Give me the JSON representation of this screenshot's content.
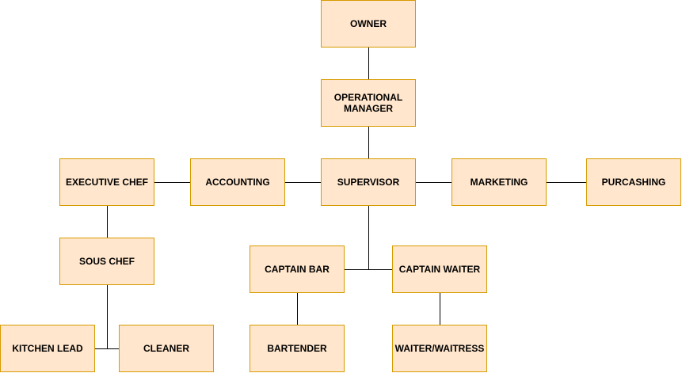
{
  "colors": {
    "box_fill": "#ffe6cc",
    "box_border": "#d79b00",
    "connector": "#000000",
    "text": "#000000"
  },
  "nodes": {
    "owner": "OWNER",
    "operational_manager_line1": "OPERATIONAL",
    "operational_manager_line2": "MANAGER",
    "supervisor": "SUPERVISOR",
    "accounting": "ACCOUNTING",
    "executive_chef": "EXECUTIVE CHEF",
    "marketing": "MARKETING",
    "purchasing": "PURCASHING",
    "sous_chef": "SOUS CHEF",
    "kitchen_lead": "KITCHEN LEAD",
    "cleaner": "CLEANER",
    "captain_bar": "CAPTAIN BAR",
    "captain_waiter": "CAPTAIN WAITER",
    "bartender": "BARTENDER",
    "waiter_waitress": "WAITER/WAITRESS"
  }
}
